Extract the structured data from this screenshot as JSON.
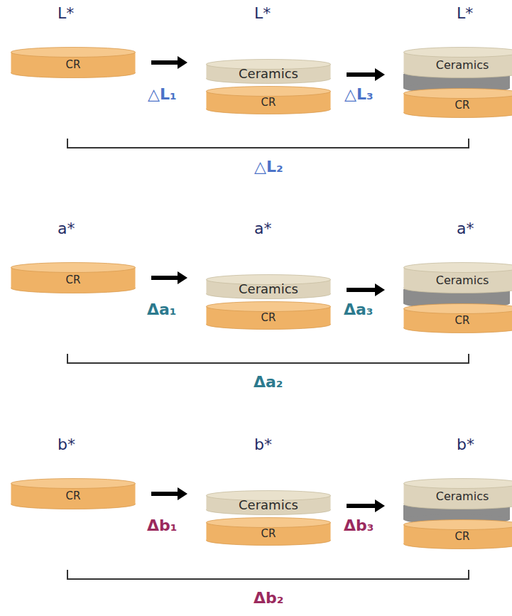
{
  "diagram": {
    "nodes": [
      {
        "text": [
          "CR"
        ]
      },
      {
        "text": [
          "Ceramics"
        ]
      },
      {
        "text": [
          "CR"
        ]
      },
      {
        "text": [
          "Ceramics"
        ]
      },
      {
        "text": [
          "CR"
        ]
      },
      {
        "text": [
          "CR"
        ]
      },
      {
        "text": [
          "Ceramics"
        ]
      },
      {
        "text": [
          "CR"
        ]
      },
      {
        "text": [
          "Ceramics"
        ]
      },
      {
        "text": [
          "CR"
        ]
      },
      {
        "text": [
          "CR"
        ]
      },
      {
        "text": [
          "Ceramics"
        ]
      },
      {
        "text": [
          "CR"
        ]
      },
      {
        "text": [
          "Ceramics"
        ]
      },
      {
        "text": [
          "CR"
        ]
      }
    ],
    "edges": [
      {
        "from": 0,
        "to": 1,
        "arrow": "to"
      },
      {
        "from": 1,
        "to": 3,
        "arrow": "to"
      },
      {
        "from": 5,
        "to": 6,
        "arrow": "to"
      },
      {
        "from": 6,
        "to": 8,
        "arrow": "to"
      },
      {
        "from": 10,
        "to": 11,
        "arrow": "to"
      },
      {
        "from": 11,
        "to": 13,
        "arrow": "to"
      }
    ],
    "labels": [
      "L*",
      "L*",
      "L*",
      "△L₁",
      "△L₃",
      "△L₂",
      "a*",
      "a*",
      "a*",
      "Δa₁",
      "Δa₃",
      "Δa₂",
      "b*",
      "b*",
      "b*",
      "Δb₁",
      "Δb₃",
      "Δb₂"
    ]
  }
}
